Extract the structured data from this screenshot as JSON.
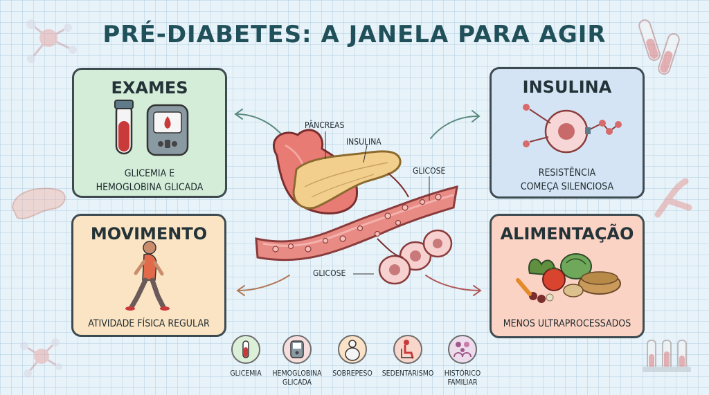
{
  "title": "PRÉ-DIABETES: A JANELA PARA AGIR",
  "cards": {
    "exames": {
      "title": "EXAMES",
      "text_line1": "GLICEMIA E",
      "text_line2": "HEMOGLOBINA GLICADA"
    },
    "insulina": {
      "title": "INSULINA",
      "text_line1": "RESISTÊNCIA",
      "text_line2": "COMEÇA SILENCIOSA"
    },
    "movimento": {
      "title": "MOVIMENTO",
      "text_line1": "ATIVIDADE FÍSICA REGULAR"
    },
    "alimentacao": {
      "title": "ALIMENTAÇÃO",
      "text_line1": "MENOS ULTRAPROCESSADOS"
    }
  },
  "center": {
    "pancreas_label": "PÂNCREAS",
    "insulina_label": "INSULINA",
    "glicose_top_label": "GLICOSE",
    "glicose_bottom_label": "GLICOSE"
  },
  "risk_factors": [
    {
      "label_line1": "GLICEMIA",
      "label_line2": "",
      "icon": "blood-tube-icon",
      "color": "#dcefd8"
    },
    {
      "label_line1": "HEMOGLOBINA",
      "label_line2": "GLICADA",
      "icon": "glucometer-icon",
      "color": "#f7dede"
    },
    {
      "label_line1": "SOBREPESO",
      "label_line2": "",
      "icon": "person-overweight-icon",
      "color": "#fbe2c6"
    },
    {
      "label_line1": "SEDENTARISMO",
      "label_line2": "",
      "icon": "person-sitting-icon",
      "color": "#f9d6cc"
    },
    {
      "label_line1": "HISTÓRICO",
      "label_line2": "FAMILIAR",
      "icon": "family-icon",
      "color": "#ecdcec"
    }
  ],
  "colors": {
    "title": "#20505a",
    "exames_card": "#d4edd9",
    "insulina_card": "#d5e4f4",
    "movimento_card": "#fbe4c4",
    "alimentacao_card": "#fbd3c4",
    "blood_vessel": "#e98b85",
    "pancreas": "#f3cf8e"
  }
}
